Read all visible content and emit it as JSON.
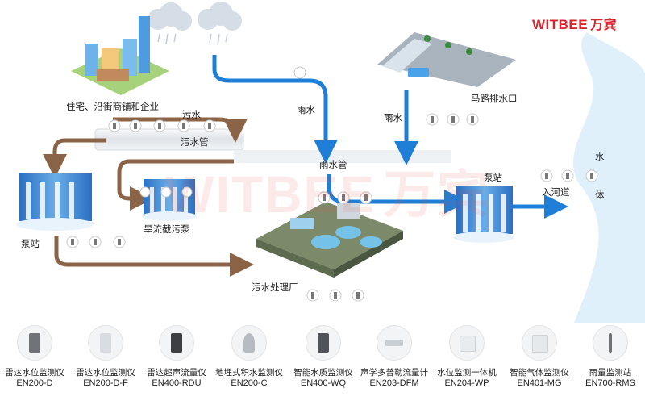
{
  "brand": {
    "name": "WITBEE",
    "name_cn": "万宾"
  },
  "watermark": {
    "text": "WITBEE",
    "text_cn": "万宾"
  },
  "labels": {
    "residential": "住宅、沿街商铺和企业",
    "sewage": "污水",
    "sewage_pipe": "污水管",
    "rainwater_left": "雨水",
    "rainwater_right": "雨水",
    "rain_pipe": "雨水管",
    "road_outlet": "马路排水口",
    "pump_station_left": "泵站",
    "pump_station_right": "泵站",
    "dry_pump": "旱流截污泵",
    "treatment_plant": "污水处理厂",
    "into_river": "入河道",
    "water_body_1": "水",
    "water_body_2": "体"
  },
  "legend": [
    {
      "name": "雷达水位监测仪",
      "model": "EN200-D",
      "icon": "radar-level-icon"
    },
    {
      "name": "雷达水位监测仪",
      "model": "EN200-D-F",
      "icon": "radar-level-f-icon"
    },
    {
      "name": "雷达超声流量仪",
      "model": "EN400-RDU",
      "icon": "radar-flow-icon"
    },
    {
      "name": "地埋式积水监测仪",
      "model": "EN200-C",
      "icon": "buried-waterlog-icon"
    },
    {
      "name": "智能水质监测仪",
      "model": "EN400-WQ",
      "icon": "water-quality-icon"
    },
    {
      "name": "声学多普勒流量计",
      "model": "EN203-DFM",
      "icon": "doppler-flow-icon"
    },
    {
      "name": "水位监测一体机",
      "model": "EN204-WP",
      "icon": "level-integrated-icon"
    },
    {
      "name": "智能气体监测仪",
      "model": "EN401-MG",
      "icon": "gas-monitor-icon"
    },
    {
      "name": "雨量监测站",
      "model": "EN700-RMS",
      "icon": "rain-gauge-icon"
    }
  ],
  "colors": {
    "brand_red": "#d8262f",
    "rain_blue": "#1f7fd6",
    "sewage_brown": "#8b6447",
    "river_light": "#dff0fb",
    "pipe_gray": "#e6e9ec"
  }
}
